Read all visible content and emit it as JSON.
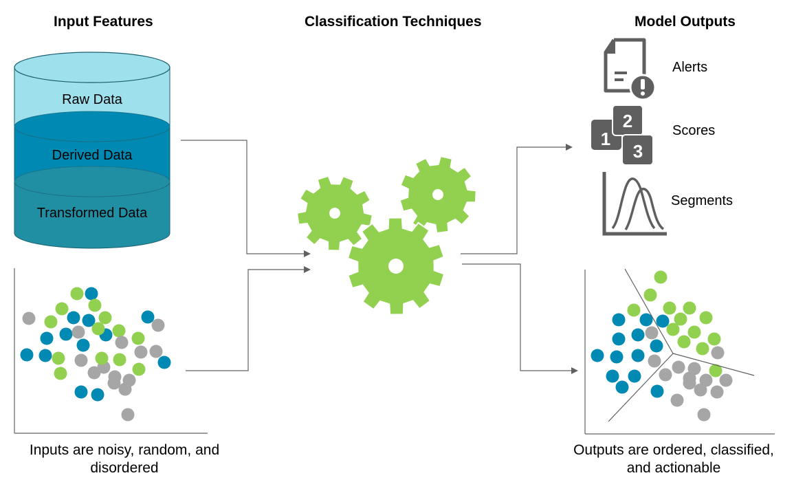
{
  "headers": {
    "input": "Input Features",
    "techniques": "Classification Techniques",
    "outputs": "Model Outputs"
  },
  "cylinder": {
    "layers": [
      {
        "label": "Raw Data",
        "color": "#9ee0ec"
      },
      {
        "label": "Derived Data",
        "color": "#0089b2"
      },
      {
        "label": "Transformed Data",
        "color": "#208fa4"
      }
    ],
    "outline_color": "#1a5f6e"
  },
  "outputs": {
    "items": [
      {
        "label": "Alerts",
        "icon": "document-alert-icon"
      },
      {
        "label": "Scores",
        "icon": "numbered-blocks-icon"
      },
      {
        "label": "Segments",
        "icon": "distribution-curves-icon"
      }
    ],
    "icon_color": "#5f5f5f"
  },
  "captions": {
    "input": [
      "Inputs are noisy, random, and",
      "disordered"
    ],
    "output": [
      "Outputs are ordered, classified,",
      "and actionable"
    ]
  },
  "colors": {
    "gear": "#92d050",
    "blue": "#0089b2",
    "green": "#92d050",
    "gray": "#a6a6a6",
    "line": "#606060"
  },
  "scatter_input": {
    "points": [
      [
        "green",
        112,
        427
      ],
      [
        "blue",
        133,
        427
      ],
      [
        "green",
        138,
        444
      ],
      [
        "green",
        90,
        449
      ],
      [
        "gray",
        42,
        463
      ],
      [
        "green",
        74,
        468
      ],
      [
        "blue",
        107,
        462
      ],
      [
        "blue",
        129,
        466
      ],
      [
        "green",
        153,
        462
      ],
      [
        "blue",
        215,
        461
      ],
      [
        "gray",
        230,
        473
      ],
      [
        "blue",
        96,
        486
      ],
      [
        "gray",
        114,
        483
      ],
      [
        "blue",
        154,
        487
      ],
      [
        "green",
        143,
        478
      ],
      [
        "blue",
        68,
        492
      ],
      [
        "green",
        173,
        481
      ],
      [
        "gray",
        177,
        498
      ],
      [
        "green",
        201,
        492
      ],
      [
        "blue",
        121,
        502
      ],
      [
        "gray",
        205,
        512
      ],
      [
        "gray",
        227,
        511
      ],
      [
        "blue",
        39,
        516
      ],
      [
        "blue",
        66,
        517
      ],
      [
        "green",
        85,
        521
      ],
      [
        "gray",
        118,
        524
      ],
      [
        "gray",
        151,
        534
      ],
      [
        "green",
        148,
        521
      ],
      [
        "green",
        174,
        523
      ],
      [
        "blue",
        239,
        527
      ],
      [
        "gray",
        137,
        542
      ],
      [
        "green",
        202,
        537
      ],
      [
        "green",
        88,
        543
      ],
      [
        "gray",
        167,
        548
      ],
      [
        "gray",
        166,
        557
      ],
      [
        "gray",
        188,
        553
      ],
      [
        "gray",
        182,
        566
      ],
      [
        "blue",
        118,
        570
      ],
      [
        "blue",
        142,
        574
      ],
      [
        "gray",
        186,
        603
      ]
    ]
  },
  "scatter_output": {
    "points": [
      [
        "green",
        961,
        403
      ],
      [
        "green",
        946,
        429
      ],
      [
        "green",
        922,
        451
      ],
      [
        "blue",
        900,
        465
      ],
      [
        "blue",
        940,
        465
      ],
      [
        "blue",
        964,
        467
      ],
      [
        "green",
        974,
        448
      ],
      [
        "green",
        1003,
        448
      ],
      [
        "green",
        990,
        464
      ],
      [
        "green",
        1027,
        462
      ],
      [
        "gray",
        948,
        484
      ],
      [
        "blue",
        928,
        487
      ],
      [
        "green",
        979,
        479
      ],
      [
        "green",
        1010,
        483
      ],
      [
        "blue",
        900,
        493
      ],
      [
        "blue",
        955,
        503
      ],
      [
        "green",
        995,
        497
      ],
      [
        "green",
        1039,
        493
      ],
      [
        "green",
        1022,
        507
      ],
      [
        "gray",
        1044,
        513
      ],
      [
        "blue",
        869,
        517
      ],
      [
        "blue",
        897,
        519
      ],
      [
        "blue",
        928,
        517
      ],
      [
        "gray",
        952,
        525
      ],
      [
        "gray",
        987,
        534
      ],
      [
        "gray",
        1010,
        536
      ],
      [
        "green",
        1041,
        539
      ],
      [
        "gray",
        968,
        545
      ],
      [
        "gray",
        1003,
        550
      ],
      [
        "gray",
        1003,
        557
      ],
      [
        "gray",
        1027,
        553
      ],
      [
        "gray",
        1056,
        553
      ],
      [
        "blue",
        891,
        547
      ],
      [
        "blue",
        923,
        547
      ],
      [
        "blue",
        905,
        563
      ],
      [
        "gray",
        1019,
        567
      ],
      [
        "gray",
        1043,
        570
      ],
      [
        "blue",
        956,
        569
      ],
      [
        "gray",
        985,
        582
      ],
      [
        "gray",
        1024,
        603
      ]
    ]
  }
}
